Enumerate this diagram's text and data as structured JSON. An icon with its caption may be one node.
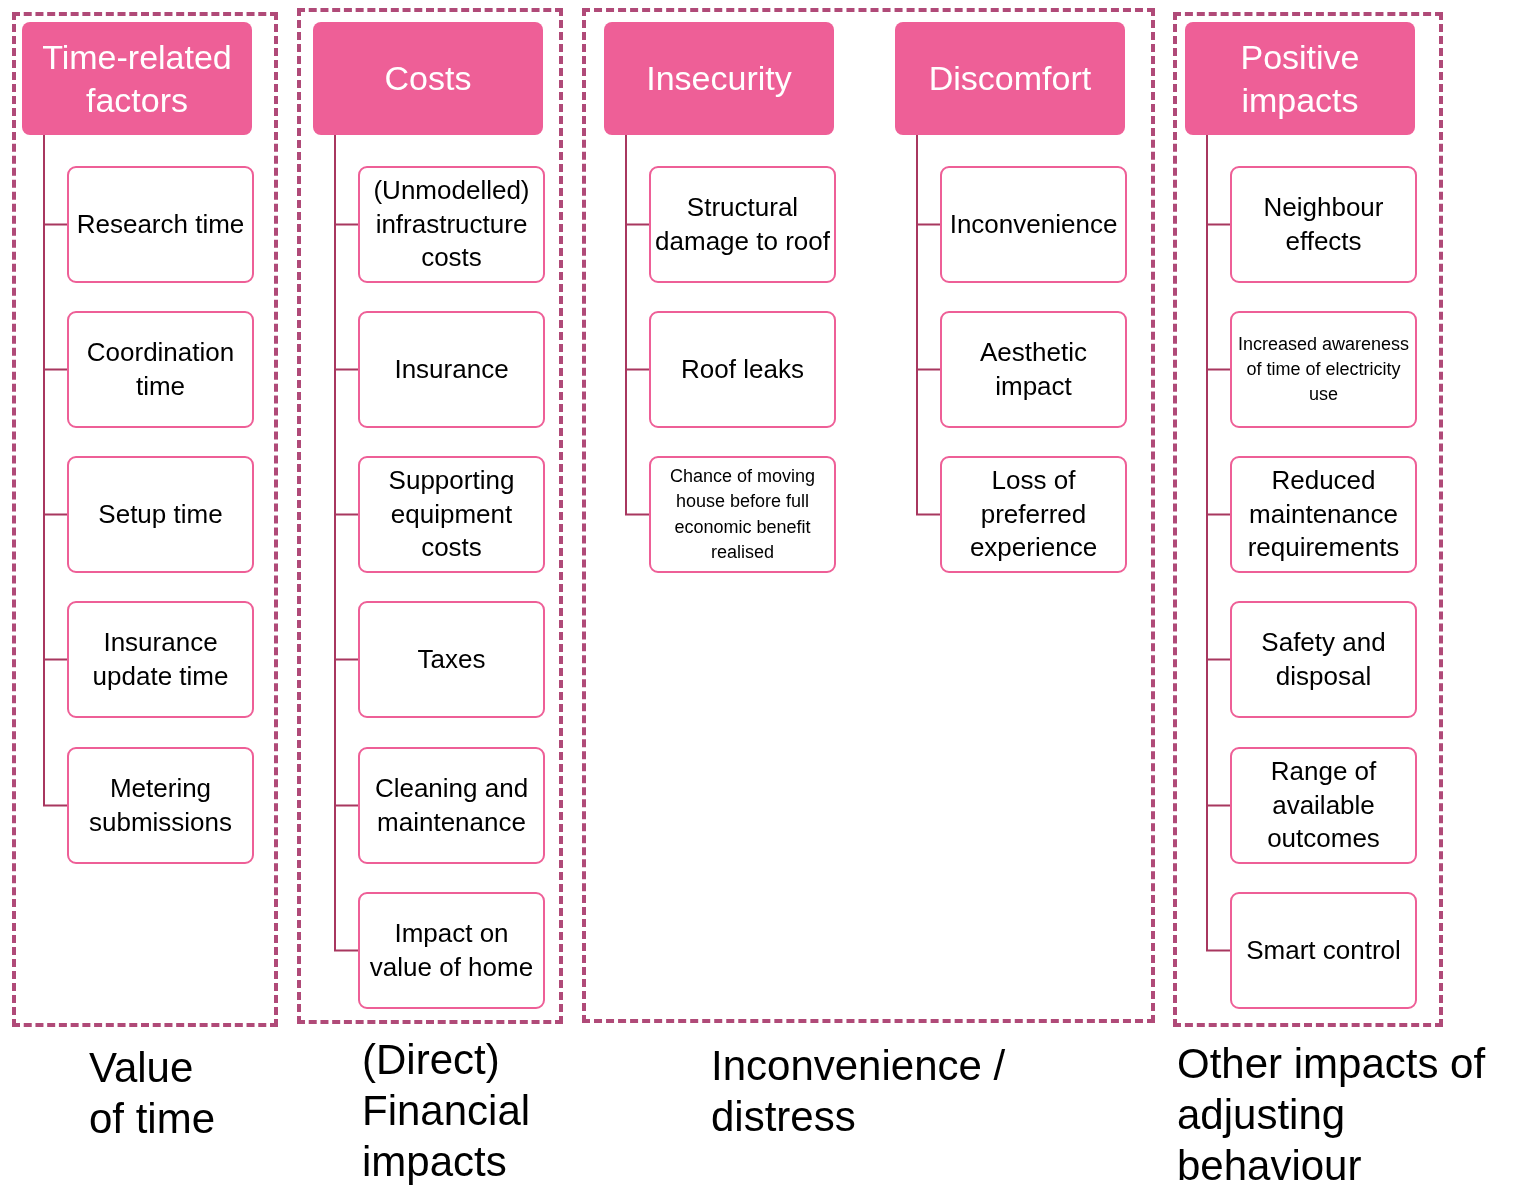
{
  "diagram": {
    "nodes": [
      {
        "text": [
          "Value of time"
        ]
      },
      {
        "text": [
          "Time-related factors"
        ],
        "in": 0
      },
      {
        "text": [
          "Research time"
        ],
        "in": 0
      },
      {
        "text": [
          "Coordination time"
        ],
        "in": 0
      },
      {
        "text": [
          "Setup time"
        ],
        "in": 0
      },
      {
        "text": [
          "Insurance update time"
        ],
        "in": 0
      },
      {
        "text": [
          "Metering submissions"
        ],
        "in": 0
      },
      {
        "text": [
          "(Direct) Financial impacts"
        ]
      },
      {
        "text": [
          "Costs"
        ],
        "in": 7
      },
      {
        "text": [
          "(Unmodelled) infrastructure costs"
        ],
        "in": 7
      },
      {
        "text": [
          "Insurance"
        ],
        "in": 7
      },
      {
        "text": [
          "Supporting equipment costs"
        ],
        "in": 7
      },
      {
        "text": [
          "Taxes"
        ],
        "in": 7
      },
      {
        "text": [
          "Cleaning and maintenance"
        ],
        "in": 7
      },
      {
        "text": [
          "Impact on value of home"
        ],
        "in": 7
      },
      {
        "text": [
          "Inconvenience / distress"
        ]
      },
      {
        "text": [
          "Insecurity"
        ],
        "in": 15
      },
      {
        "text": [
          "Structural damage to roof"
        ],
        "in": 15
      },
      {
        "text": [
          "Roof leaks"
        ],
        "in": 15
      },
      {
        "text": [
          "Chance of moving house before full economic benefit realised"
        ],
        "in": 15
      },
      {
        "text": [
          "Discomfort"
        ],
        "in": 15
      },
      {
        "text": [
          "Inconvenience"
        ],
        "in": 15
      },
      {
        "text": [
          "Aesthetic impact"
        ],
        "in": 15
      },
      {
        "text": [
          "Loss of preferred experience"
        ],
        "in": 15
      },
      {
        "text": [
          "Other impacts of adjusting behaviour"
        ]
      },
      {
        "text": [
          "Positive impacts"
        ],
        "in": 24
      },
      {
        "text": [
          "Neighbour effects"
        ],
        "in": 24
      },
      {
        "text": [
          "Increased awareness of time of electricity use"
        ],
        "in": 24
      },
      {
        "text": [
          "Reduced maintenance requirements"
        ],
        "in": 24
      },
      {
        "text": [
          "Safety and disposal"
        ],
        "in": 24
      },
      {
        "text": [
          "Range of available outcomes"
        ],
        "in": 24
      },
      {
        "text": [
          "Smart control"
        ],
        "in": 24
      }
    ],
    "edges": [
      {
        "from": 1,
        "to": 2,
        "arrow": "none"
      },
      {
        "from": 1,
        "to": 3,
        "arrow": "none"
      },
      {
        "from": 1,
        "to": 4,
        "arrow": "none"
      },
      {
        "from": 1,
        "to": 5,
        "arrow": "none"
      },
      {
        "from": 1,
        "to": 6,
        "arrow": "none"
      },
      {
        "from": 8,
        "to": 9,
        "arrow": "none"
      },
      {
        "from": 8,
        "to": 10,
        "arrow": "none"
      },
      {
        "from": 8,
        "to": 11,
        "arrow": "none"
      },
      {
        "from": 8,
        "to": 12,
        "arrow": "none"
      },
      {
        "from": 8,
        "to": 13,
        "arrow": "none"
      },
      {
        "from": 8,
        "to": 14,
        "arrow": "none"
      },
      {
        "from": 16,
        "to": 17,
        "arrow": "none"
      },
      {
        "from": 16,
        "to": 18,
        "arrow": "none"
      },
      {
        "from": 16,
        "to": 19,
        "arrow": "none"
      },
      {
        "from": 20,
        "to": 21,
        "arrow": "none"
      },
      {
        "from": 20,
        "to": 22,
        "arrow": "none"
      },
      {
        "from": 20,
        "to": 23,
        "arrow": "none"
      },
      {
        "from": 25,
        "to": 26,
        "arrow": "none"
      },
      {
        "from": 25,
        "to": 27,
        "arrow": "none"
      },
      {
        "from": 25,
        "to": 28,
        "arrow": "none"
      },
      {
        "from": 25,
        "to": 29,
        "arrow": "none"
      },
      {
        "from": 25,
        "to": 30,
        "arrow": "none"
      },
      {
        "from": 25,
        "to": 31,
        "arrow": "none"
      }
    ]
  }
}
